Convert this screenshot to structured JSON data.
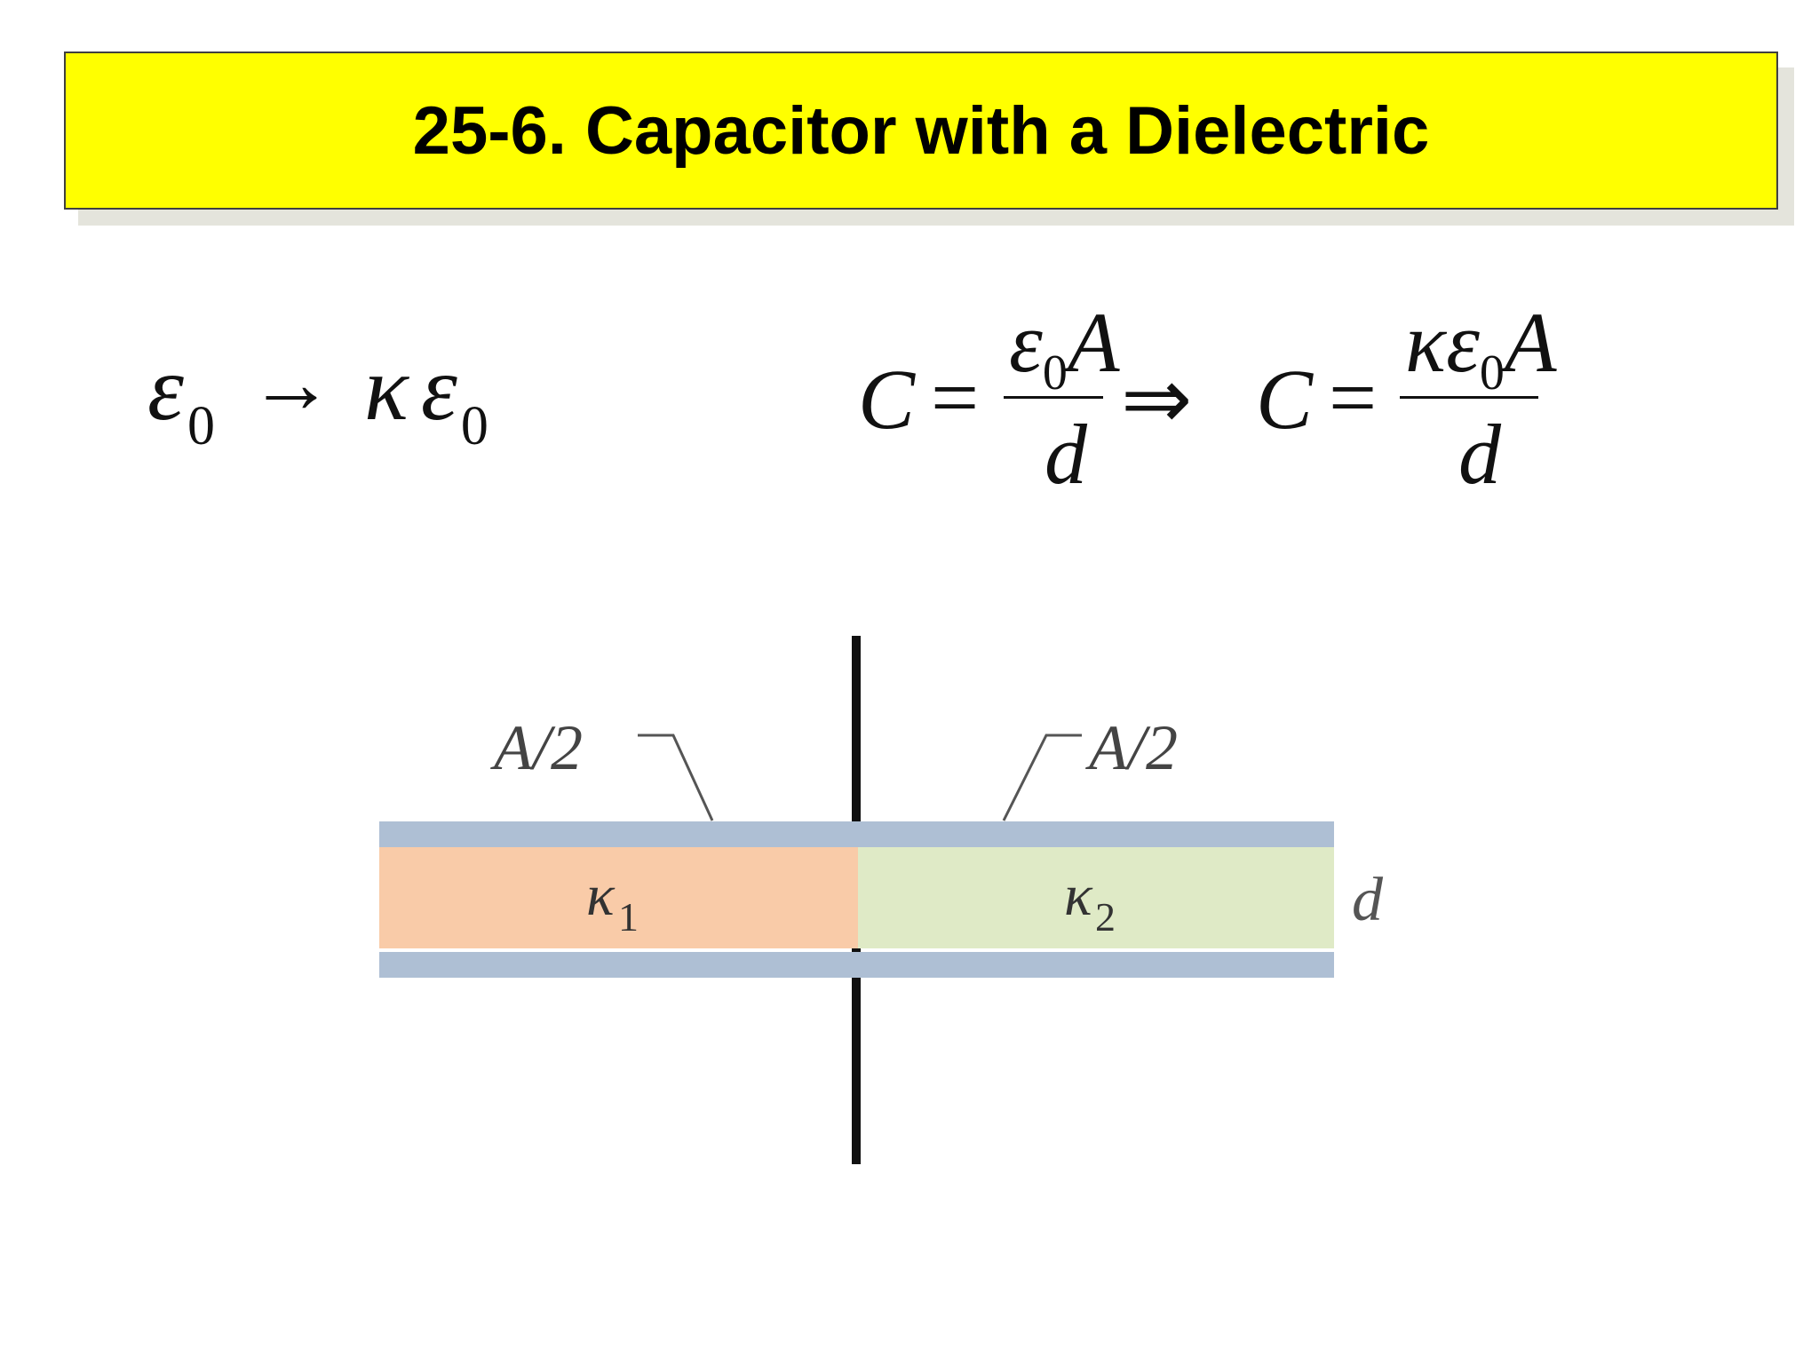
{
  "slide": {
    "title": "25-6. Capacitor with a Dielectric"
  },
  "equations": {
    "left": {
      "from_symbol": "ε",
      "from_sub": "0",
      "arrow": "→",
      "kappa": "κ",
      "to_symbol": "ε",
      "to_sub": "0"
    },
    "right": {
      "c1": "C",
      "eq1": "=",
      "num1_eps": "ε",
      "num1_sub": "0",
      "num1_a": "A",
      "den1": "d",
      "implies": "⇒",
      "c2": "C",
      "eq2": "=",
      "num2_kappa": "κ",
      "num2_eps": "ε",
      "num2_sub": "0",
      "num2_a": "A",
      "den2": "d"
    }
  },
  "diagram": {
    "label_left_area": "A/2",
    "label_right_area": "A/2",
    "kappa1_symbol": "κ",
    "kappa1_sub": "1",
    "kappa2_symbol": "κ",
    "kappa2_sub": "2",
    "separation_label": "d",
    "colors": {
      "plate": "#aebfd4",
      "dielectric_1": "#f9cba8",
      "dielectric_2": "#dfeac6",
      "wire": "#111111",
      "title_bar": "#ffff00"
    }
  }
}
